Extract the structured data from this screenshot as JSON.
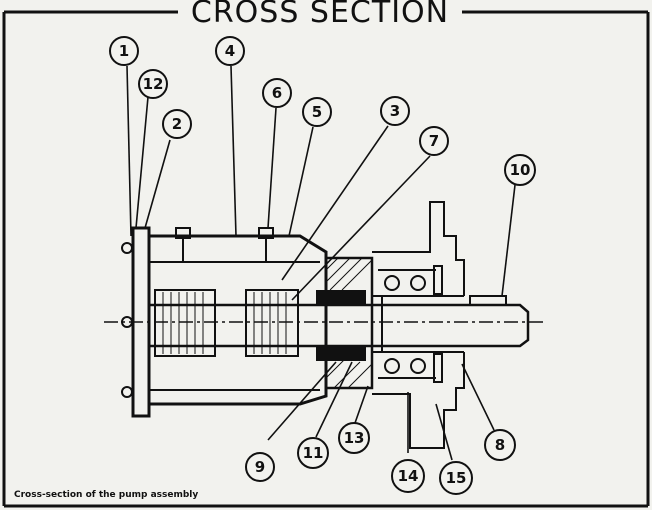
{
  "title": "CROSS SECTION",
  "caption": "Cross-section of the pump assembly",
  "callouts": [
    {
      "label": "1"
    },
    {
      "label": "12"
    },
    {
      "label": "2"
    },
    {
      "label": "4"
    },
    {
      "label": "6"
    },
    {
      "label": "5"
    },
    {
      "label": "3"
    },
    {
      "label": "7"
    },
    {
      "label": "10"
    },
    {
      "label": "9"
    },
    {
      "label": "11"
    },
    {
      "label": "13"
    },
    {
      "label": "14"
    },
    {
      "label": "15"
    },
    {
      "label": "8"
    }
  ],
  "colors": {
    "ink": "#111111",
    "paper": "#f2f2ee"
  }
}
